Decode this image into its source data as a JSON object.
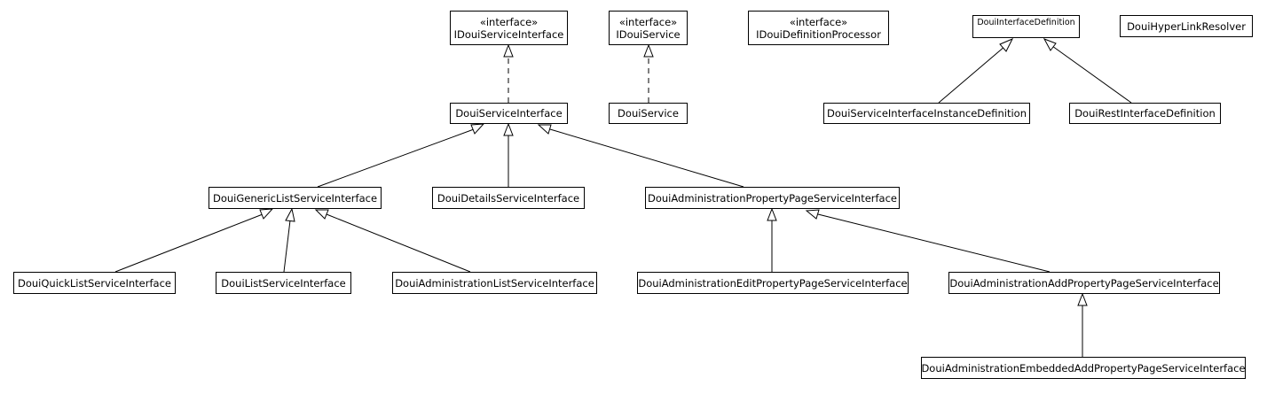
{
  "diagram": {
    "stereotype": "«interface»",
    "classes": {
      "idoui_service_interface": "IDouiServiceInterface",
      "idoui_service": "IDouiService",
      "idoui_definition_processor": "IDouiDefinitionProcessor",
      "doui_interface_definition": "DouiInterfaceDefinition",
      "doui_hyperlink_resolver": "DouiHyperLinkResolver",
      "doui_service_interface": "DouiServiceInterface",
      "doui_service": "DouiService",
      "doui_service_interface_instance_definition": "DouiServiceInterfaceInstanceDefinition",
      "doui_rest_interface_definition": "DouiRestInterfaceDefinition",
      "doui_generic_list_service_interface": "DouiGenericListServiceInterface",
      "doui_details_service_interface": "DouiDetailsServiceInterface",
      "doui_administration_property_page_service_interface": "DouiAdministrationPropertyPageServiceInterface",
      "doui_quick_list_service_interface": "DouiQuickListServiceInterface",
      "doui_list_service_interface": "DouiListServiceInterface",
      "doui_administration_list_service_interface": "DouiAdministrationListServiceInterface",
      "doui_administration_edit_property_page_service_interface": "DouiAdministrationEditPropertyPageServiceInterface",
      "doui_administration_add_property_page_service_interface": "DouiAdministrationAddPropertyPageServiceInterface",
      "doui_administration_embedded_add_property_page_service_interface": "DouiAdministrationEmbeddedAddPropertyPageServiceInterface"
    }
  }
}
